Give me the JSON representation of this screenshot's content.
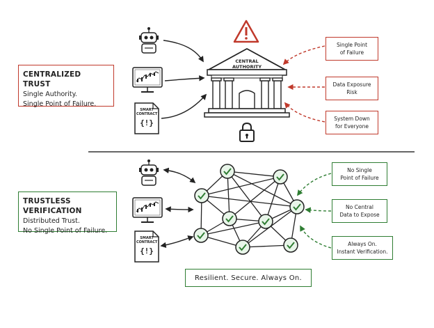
{
  "centralized": {
    "title": "CENTRALIZED TRUST",
    "line1": "Single Authority.",
    "line2": "Single Point of Failure.",
    "authority_label_1": "CENTRAL",
    "authority_label_2": "AUTHORITY",
    "risks": [
      {
        "line1": "Single Point",
        "line2": "of Failure"
      },
      {
        "line1": "Data Exposure",
        "line2": "Risk"
      },
      {
        "line1": "System Down",
        "line2": "for Everyone"
      }
    ]
  },
  "trustless": {
    "title": "TRUSTLESS VERIFICATION",
    "line1": "Distributed Trust.",
    "line2": "No Single Point of Failure.",
    "benefits": [
      {
        "line1": "No Single",
        "line2": "Point of Failure"
      },
      {
        "line1": "No Central",
        "line2": "Data to Expose"
      },
      {
        "line1": "Always On.",
        "line2": "Instant Verification."
      }
    ],
    "footer": "Resilient. Secure. Always On."
  },
  "smart_contract": {
    "line1": "SMART",
    "line2": "CONTRACT",
    "glyph": "{!}"
  },
  "colors": {
    "red": "#c0392b",
    "green": "#2e7d32",
    "check_fill": "#e8f5e9"
  },
  "icons": [
    "robot-icon",
    "monitor-chart-icon",
    "smart-contract-icon",
    "warning-icon",
    "bank-building-icon",
    "padlock-icon",
    "network-node-check-icon"
  ]
}
